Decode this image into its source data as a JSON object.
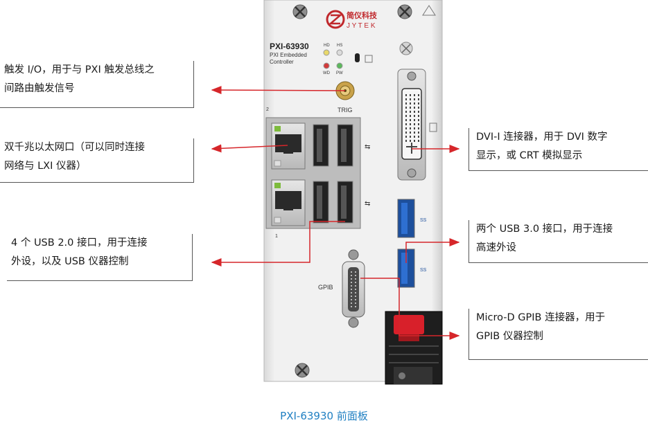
{
  "callouts": {
    "trigger": {
      "line1": "触发 I/O，用于与 PXI 触发总线之",
      "line2": "间路由触发信号"
    },
    "ethernet": {
      "line1": "双千兆以太网口（可以同时连接",
      "line2": "网络与 LXI 仪器）"
    },
    "usb2": {
      "line1": "4 个 USB 2.0 接口，用于连接",
      "line2": "外设，以及 USB 仪器控制"
    },
    "dvi": {
      "line1": "DVI-I 连接器，用于 DVI 数字",
      "line2": "显示，或 CRT 模拟显示"
    },
    "usb3": {
      "line1": "两个 USB 3.0 接口，用于连接",
      "line2": "高速外设"
    },
    "gpib": {
      "line1": "Micro-D GPIB 连接器，用于",
      "line2": "GPIB 仪器控制"
    }
  },
  "panel": {
    "brand_cn": "简仪科技",
    "brand_en": "J Y T E K",
    "model": "PXI-63930",
    "subtitle1": "PXI Embedded",
    "subtitle2": "Controller",
    "led_hd": "HD",
    "led_hs": "HS",
    "led_wd": "WD",
    "led_pw": "PW",
    "trig_label": "TRIG",
    "gpib_label": "GPIB",
    "usb3_mark": "SS",
    "port1": "1",
    "port2": "2"
  },
  "colors": {
    "arrow": "#d6262a",
    "caption": "#1f7fc2",
    "led_yellow": "#e8d86a",
    "led_red": "#d23a3a",
    "led_green": "#5cb85c"
  },
  "caption": "PXI-63930 前面板"
}
